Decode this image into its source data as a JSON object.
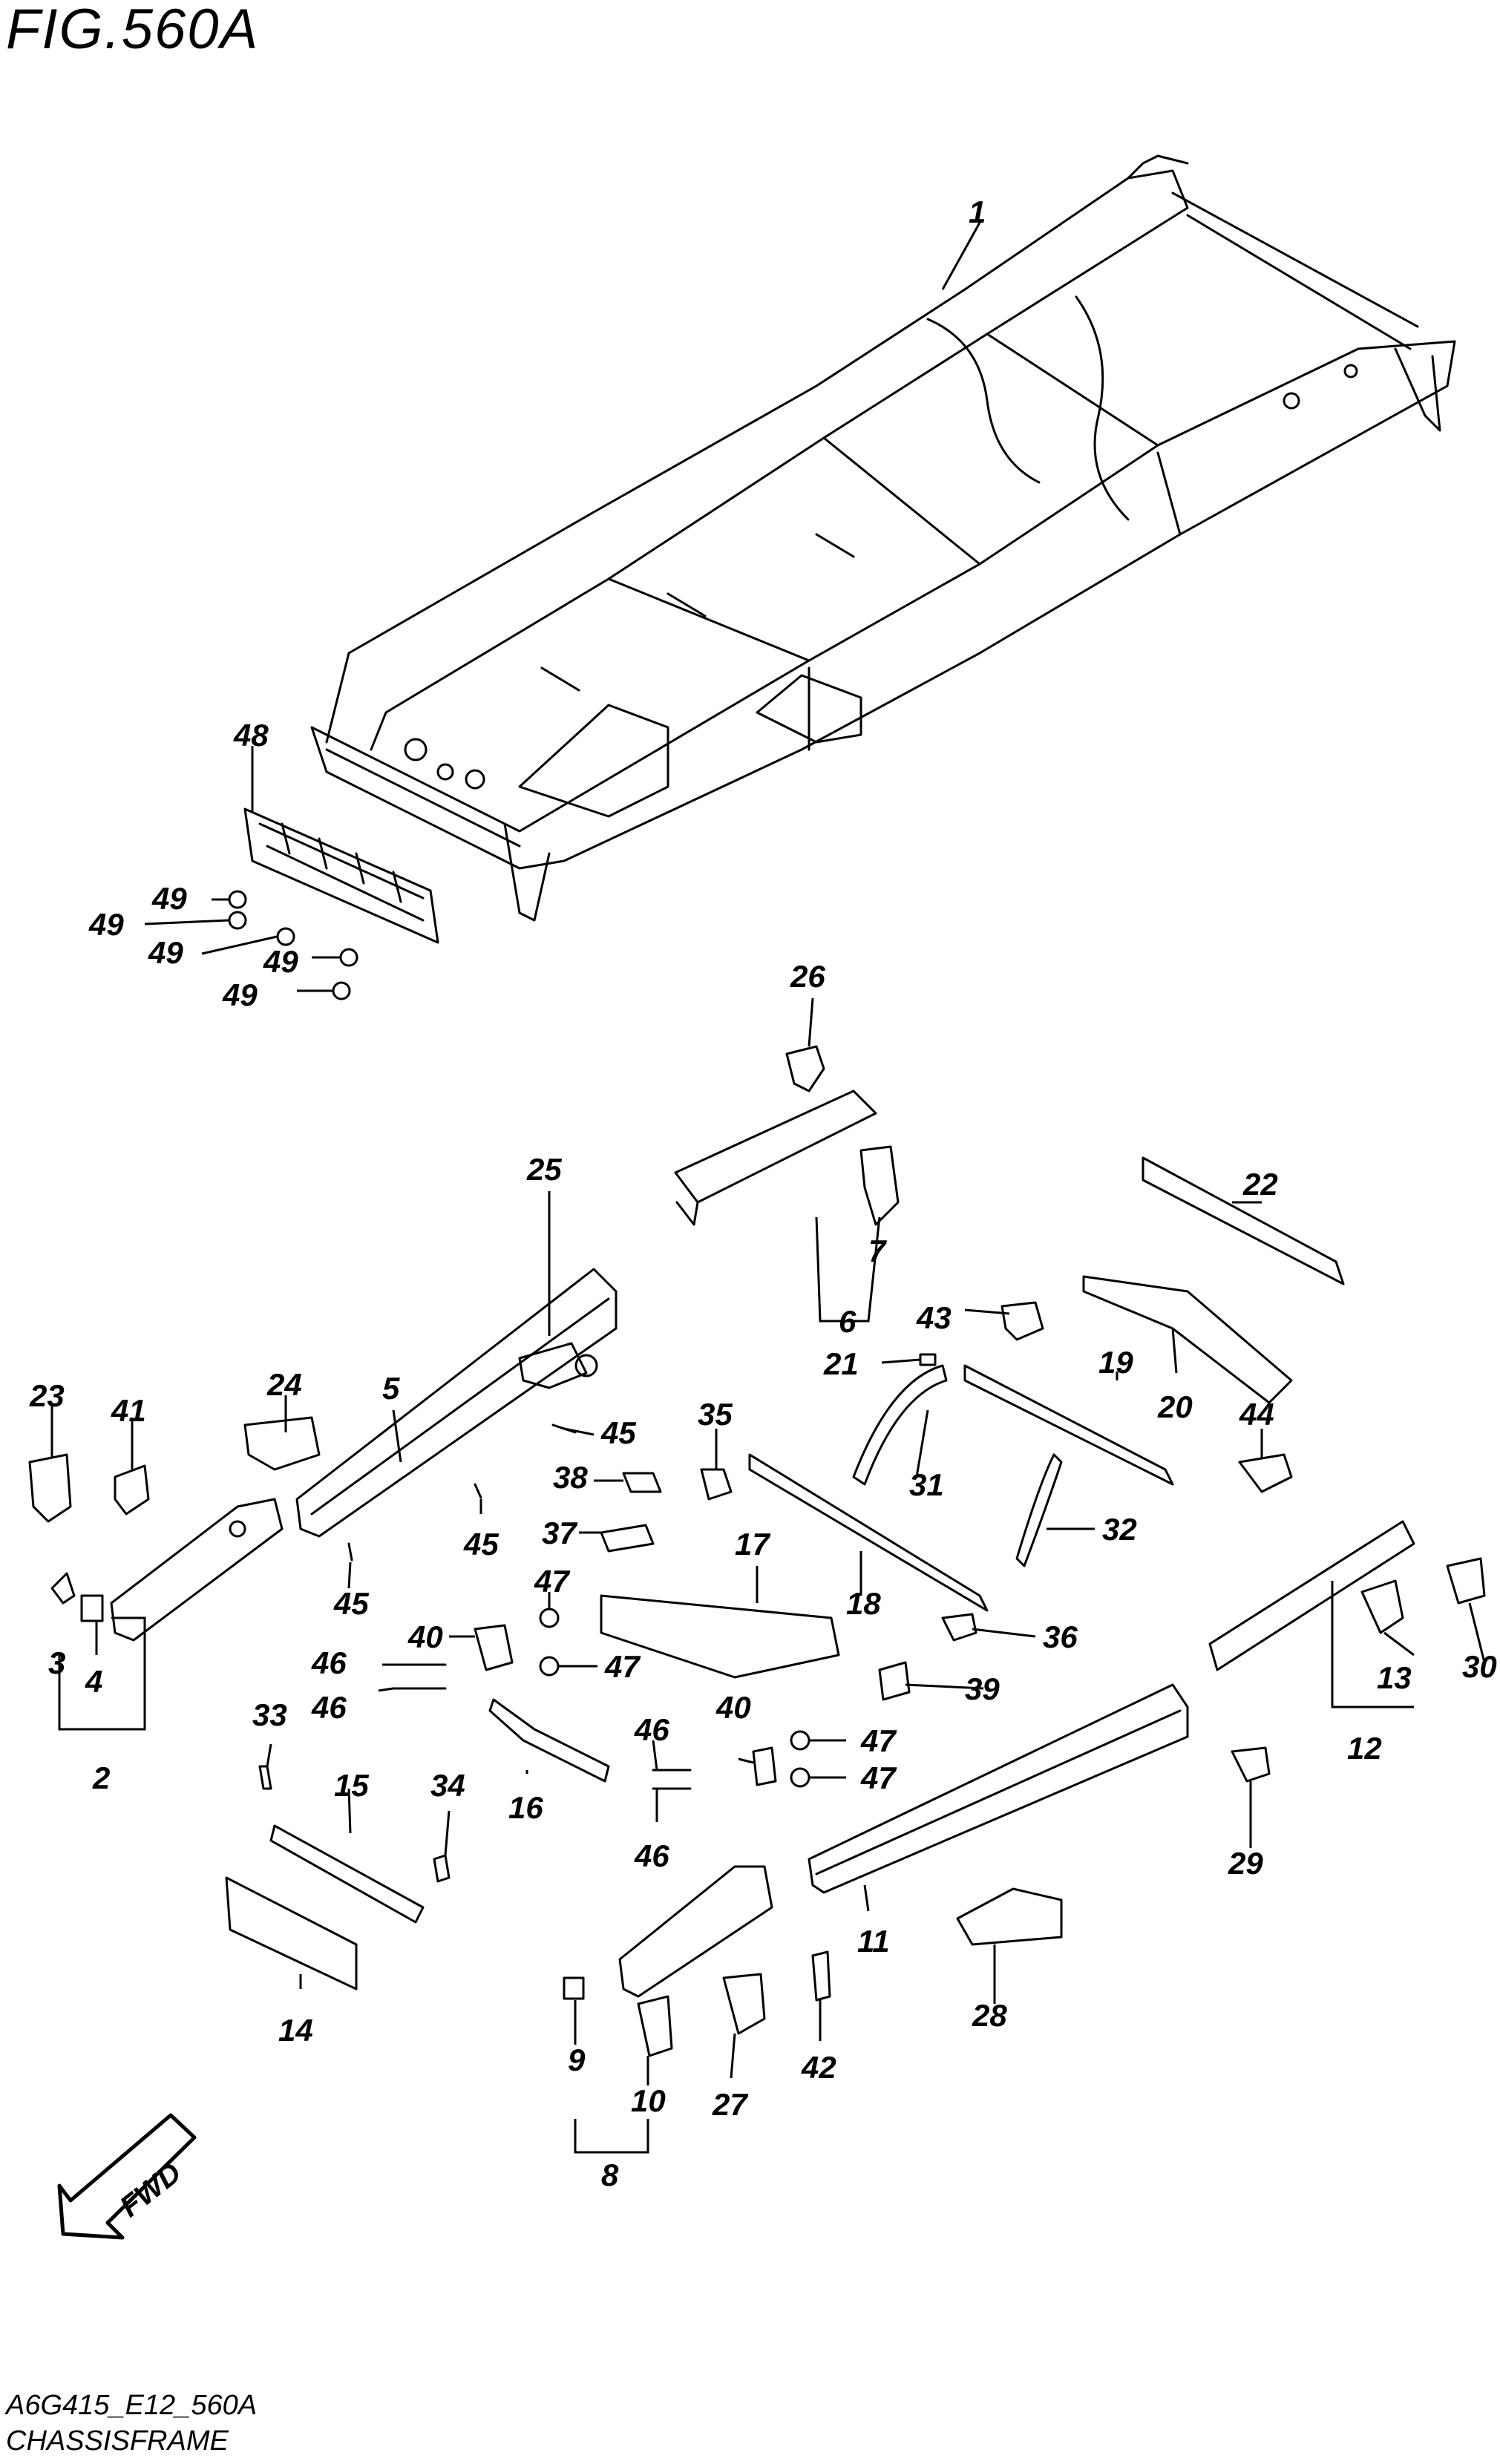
{
  "header": {
    "figure_title": "FIG.560A"
  },
  "footer": {
    "diagram_code": "A6G415_E12_560A",
    "section_name": "CHASSISFRAME"
  },
  "fwd_label": "FWD",
  "icons": [
    "fwd-arrow-icon"
  ],
  "callouts": [
    "1",
    "48",
    "49",
    "49",
    "49",
    "49",
    "49",
    "26",
    "25",
    "22",
    "7",
    "6",
    "43",
    "21",
    "19",
    "20",
    "24",
    "23",
    "41",
    "5",
    "35",
    "45",
    "38",
    "31",
    "44",
    "45",
    "37",
    "17",
    "32",
    "18",
    "47",
    "45",
    "3",
    "4",
    "40",
    "46",
    "47",
    "36",
    "39",
    "46",
    "33",
    "40",
    "46",
    "47",
    "2",
    "47",
    "13",
    "30",
    "12",
    "15",
    "34",
    "16",
    "46",
    "29",
    "11",
    "14",
    "28",
    "9",
    "10",
    "27",
    "42",
    "8"
  ]
}
